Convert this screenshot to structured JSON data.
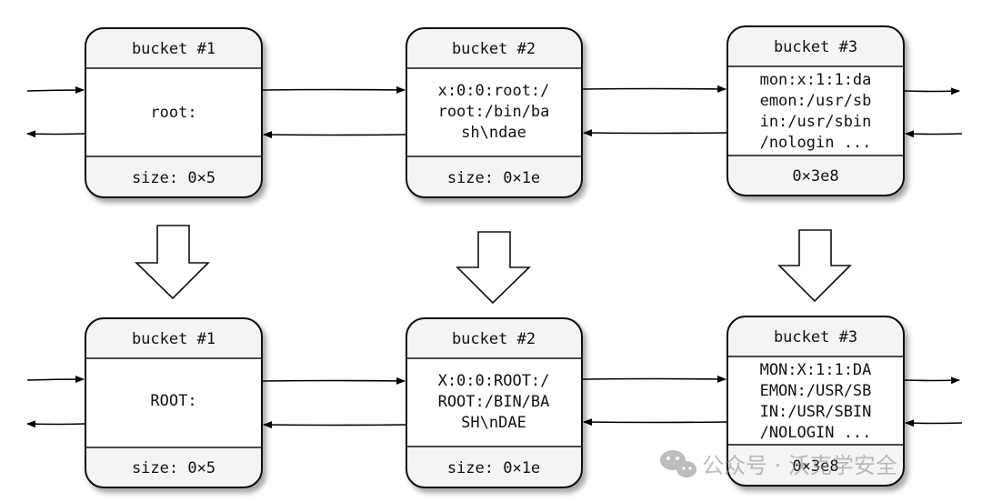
{
  "rows": [
    {
      "buckets": [
        {
          "title": "bucket #1",
          "lines": [
            "root:"
          ],
          "footer": "size: 0×5"
        },
        {
          "title": "bucket #2",
          "lines": [
            "x:0:0:root:/",
            "root:/bin/ba",
            "sh\\ndae"
          ],
          "footer": "size: 0×1e"
        },
        {
          "title": "bucket #3",
          "lines": [
            "mon:x:1:1:da",
            "emon:/usr/sb",
            "in:/usr/sbin",
            "/nologin ..."
          ],
          "footer": "0×3e8"
        }
      ]
    },
    {
      "buckets": [
        {
          "title": "bucket #1",
          "lines": [
            "ROOT:"
          ],
          "footer": "size: 0×5"
        },
        {
          "title": "bucket #2",
          "lines": [
            "X:0:0:ROOT:/",
            "ROOT:/BIN/BA",
            "SH\\nDAE"
          ],
          "footer": "size: 0×1e"
        },
        {
          "title": "bucket #3",
          "lines": [
            "MON:X:1:1:DA",
            "EMON:/USR/SB",
            "IN:/USR/SBIN",
            "/NOLOGIN ..."
          ],
          "footer": "0×3e8"
        }
      ]
    }
  ],
  "watermark": {
    "text": "公众号 · 沃克学安全"
  }
}
